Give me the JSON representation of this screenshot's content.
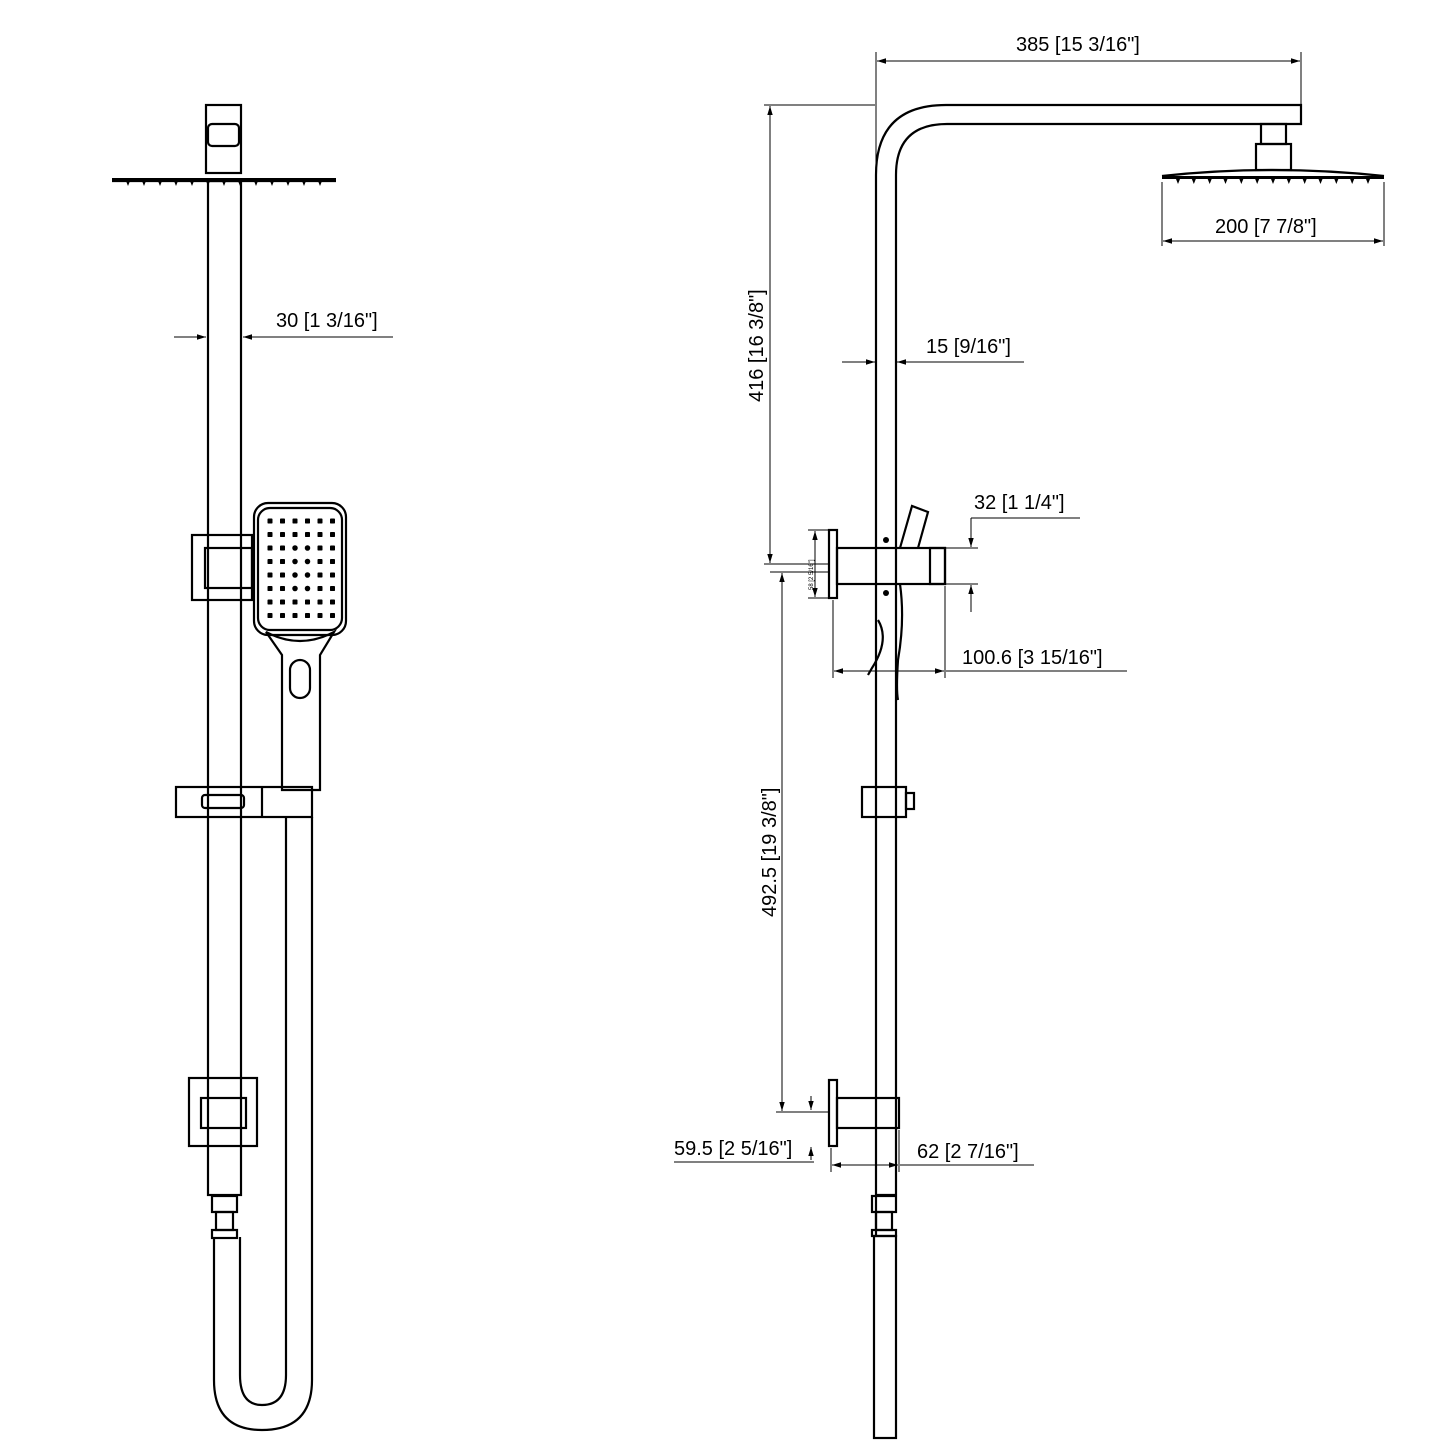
{
  "diagram": {
    "front_view": {
      "dimensions": {
        "rail_width": "30 [1 3/16\"]"
      }
    },
    "side_view": {
      "dimensions": {
        "arm_reach": "385 [15 3/16\"]",
        "head_diameter": "200 [7 7/8\"]",
        "upper_height": "416 [16 3/8\"]",
        "pipe_width": "15 [9/16\"]",
        "bracket_height": "32 [1 1/4\"]",
        "flange_height": "58 [2 5/16\"]",
        "bracket_projection": "100.6 [3 15/16\"]",
        "lower_height": "492.5 [19 3/8\"]",
        "lower_flange": "59.5 [2 5/16\"]",
        "lower_projection": "62 [2 7/16\"]"
      }
    }
  }
}
